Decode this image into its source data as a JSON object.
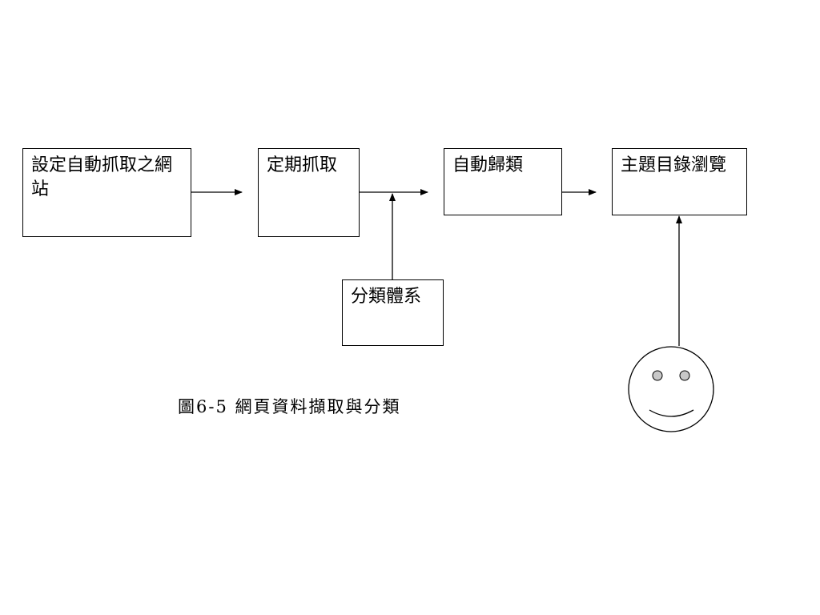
{
  "diagram": {
    "nodes": [
      {
        "id": "crawl-sites",
        "label": "設定自動抓取之網站"
      },
      {
        "id": "periodic-crawl",
        "label": "定期抓取"
      },
      {
        "id": "auto-classify",
        "label": "自動歸類"
      },
      {
        "id": "topic-browse",
        "label": "主題目錄瀏覽"
      },
      {
        "id": "taxonomy",
        "label": "分類體系"
      }
    ],
    "edges": [
      {
        "from": "crawl-sites",
        "to": "periodic-crawl"
      },
      {
        "from": "periodic-crawl",
        "to": "auto-classify"
      },
      {
        "from": "taxonomy",
        "to": "periodic-crawl-to-auto-classify-edge"
      },
      {
        "from": "auto-classify",
        "to": "topic-browse"
      },
      {
        "from": "user",
        "to": "topic-browse"
      }
    ],
    "user_icon": "smiley-face-icon",
    "caption": "圖6-5 網頁資料擷取與分類"
  }
}
